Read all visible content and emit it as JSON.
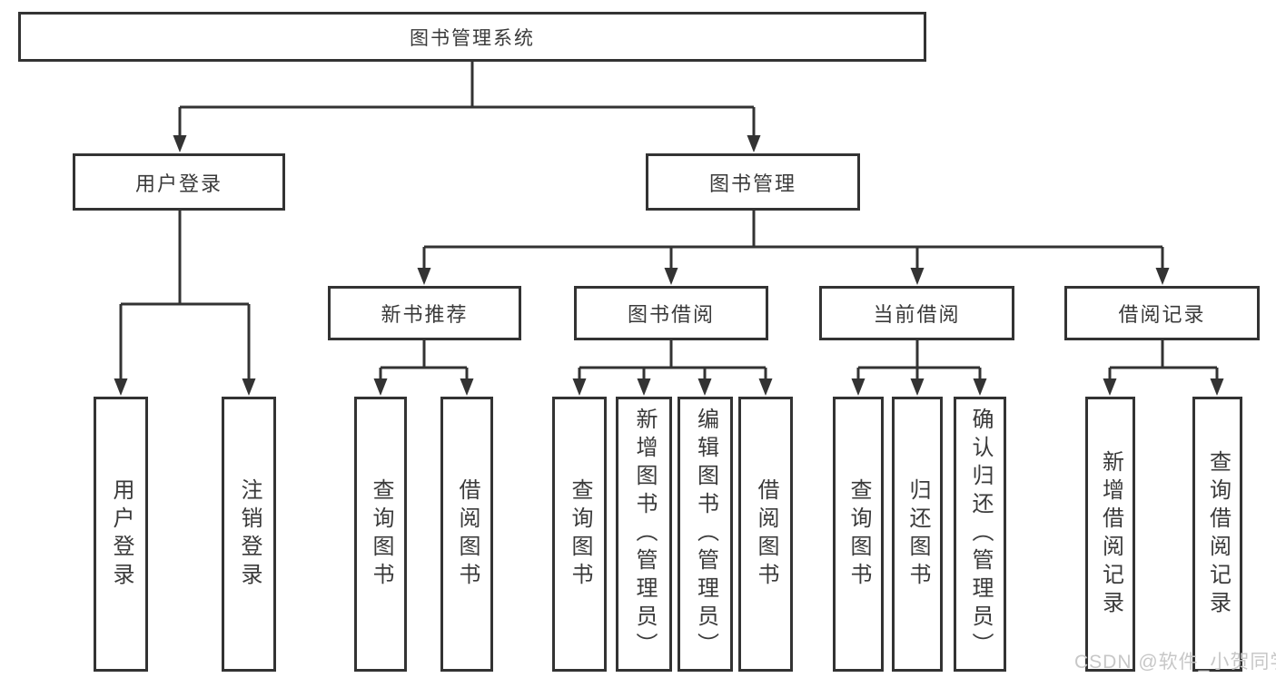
{
  "tree": {
    "label": "图书管理系统",
    "children": [
      {
        "label": "用户登录",
        "children": [
          {
            "label": "用户登录"
          },
          {
            "label": "注销登录"
          }
        ]
      },
      {
        "label": "图书管理",
        "children": [
          {
            "label": "新书推荐",
            "children": [
              {
                "label": "查询图书"
              },
              {
                "label": "借阅图书"
              }
            ]
          },
          {
            "label": "图书借阅",
            "children": [
              {
                "label": "查询图书"
              },
              {
                "label": "新增图书（管理员）"
              },
              {
                "label": "编辑图书（管理员）"
              },
              {
                "label": "借阅图书"
              }
            ]
          },
          {
            "label": "当前借阅",
            "children": [
              {
                "label": "查询图书"
              },
              {
                "label": "归还图书"
              },
              {
                "label": "确认归还（管理员）"
              }
            ]
          },
          {
            "label": "借阅记录",
            "children": [
              {
                "label": "新增借阅记录"
              },
              {
                "label": "查询借阅记录"
              }
            ]
          }
        ]
      }
    ]
  },
  "watermark": "CSDN @软件_小贺同学",
  "colors": {
    "line": "#333333",
    "text": "#3a3a3a",
    "background": "#ffffff",
    "watermark": "#c7c7c7"
  }
}
